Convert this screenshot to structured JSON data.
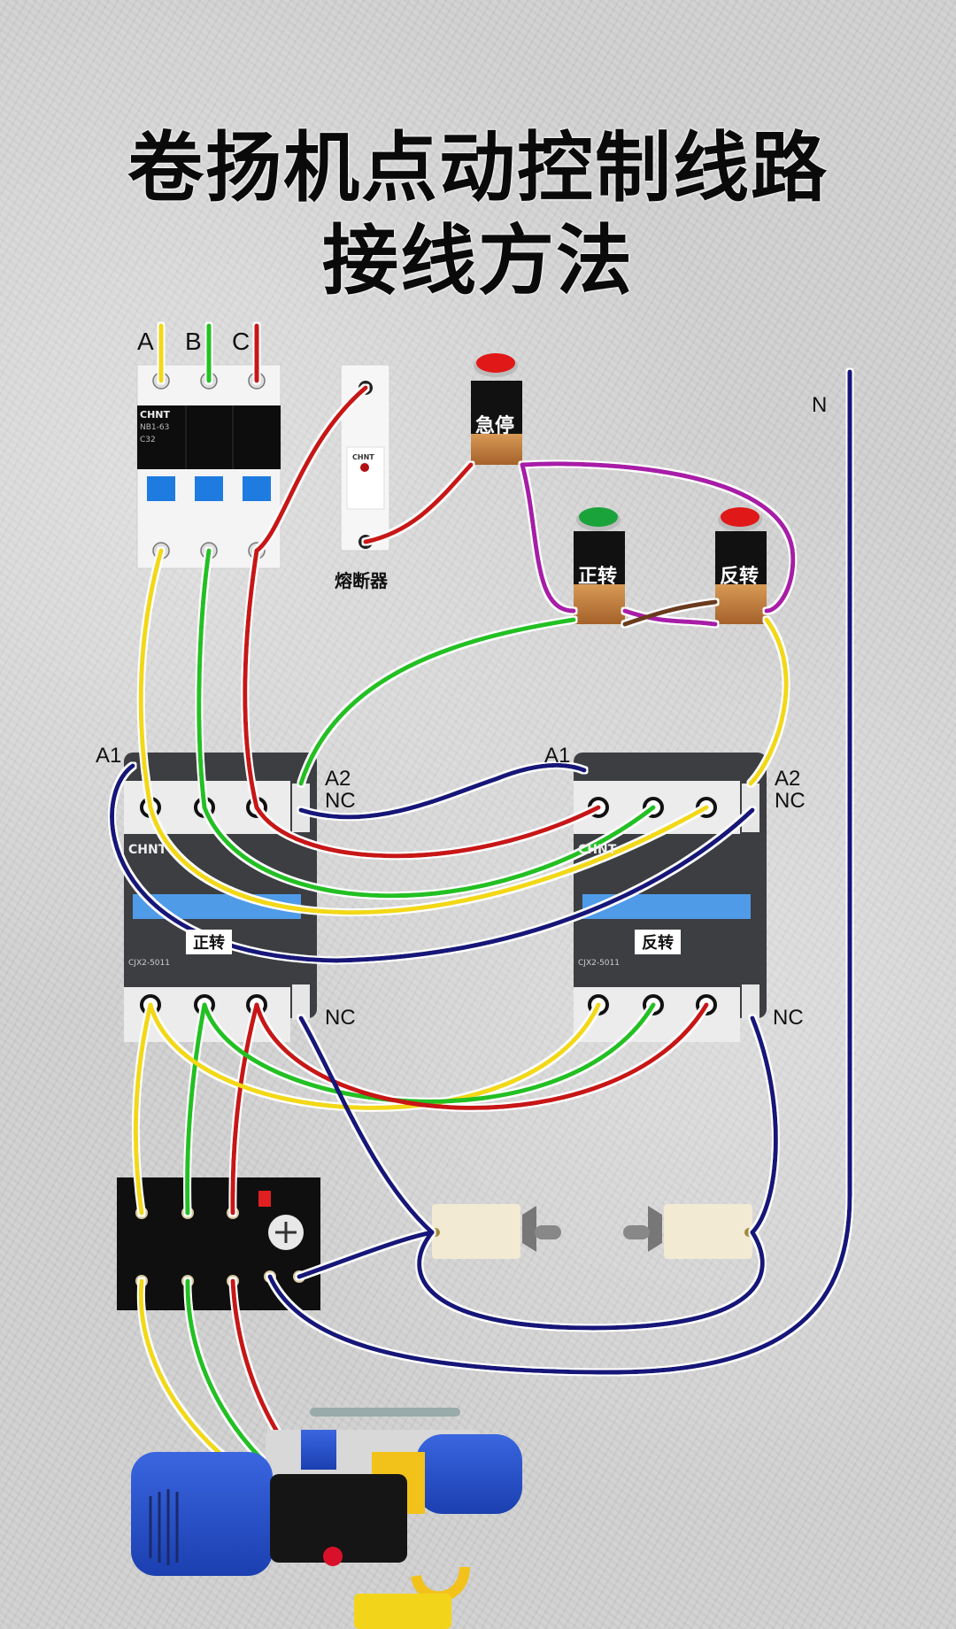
{
  "title": {
    "line1": "卷扬机点动控制线路",
    "line2": "接线方法"
  },
  "phase_labels": [
    "A",
    "B",
    "C"
  ],
  "neutral_label": "N",
  "breaker": {
    "brand": "CHNT",
    "model": "NB1-63",
    "rating": "C32"
  },
  "fuse": {
    "brand": "CHNT",
    "label": "熔断器"
  },
  "buttons": [
    {
      "label": "急停",
      "cap_color": "#e01818"
    },
    {
      "label": "正转",
      "cap_color": "#1aa33a"
    },
    {
      "label": "反转",
      "cap_color": "#e01818"
    }
  ],
  "contactors": [
    {
      "label": "正转",
      "brand": "CHNT",
      "model": "CJX2-5011",
      "coil_a1": "A1",
      "coil_a2": "A2",
      "nc_top": "NC",
      "nc_bottom": "NC"
    },
    {
      "label": "反转",
      "brand": "CHNT",
      "model": "CJX2-5011",
      "coil_a1": "A1",
      "coil_a2": "A2",
      "nc_top": "NC",
      "nc_bottom": "NC"
    }
  ],
  "wire_colors": {
    "phase_a": "#f2d812",
    "phase_b": "#22c022",
    "phase_c": "#c81616",
    "neutral": "#15197a",
    "control": "#a81fa8",
    "interlock": "#6b3a1e"
  },
  "components": [
    "circuit-breaker",
    "fuse",
    "emergency-stop-button",
    "forward-button",
    "reverse-button",
    "forward-contactor",
    "reverse-contactor",
    "thermal-overload-relay",
    "limit-switch-up",
    "limit-switch-down",
    "winch-motor"
  ]
}
